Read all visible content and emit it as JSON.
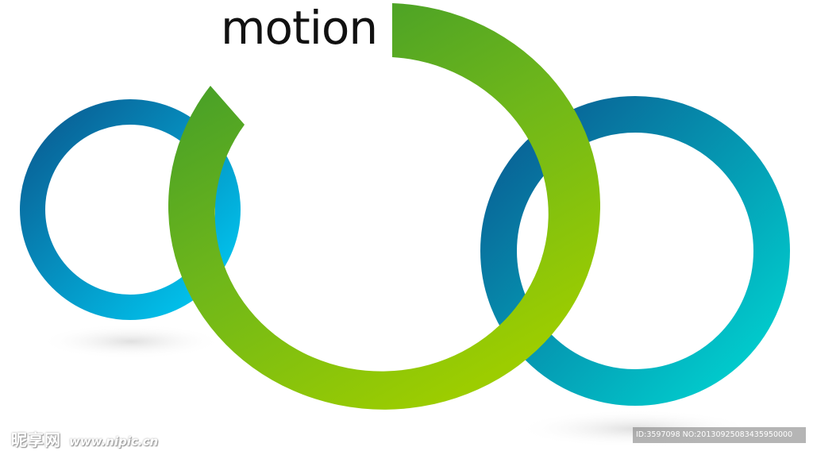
{
  "title": "motion",
  "watermark": {
    "logo": "昵享网",
    "url": "www.nipic.cn",
    "id_text": "ID:3597098 NO:20130925083435950000"
  },
  "colors": {
    "green_dark": "#3c9a32",
    "green_light": "#9acd00",
    "blue_dark": "#0a5f95",
    "blue_cyan": "#00c8f0",
    "teal": "#00d0d0"
  }
}
